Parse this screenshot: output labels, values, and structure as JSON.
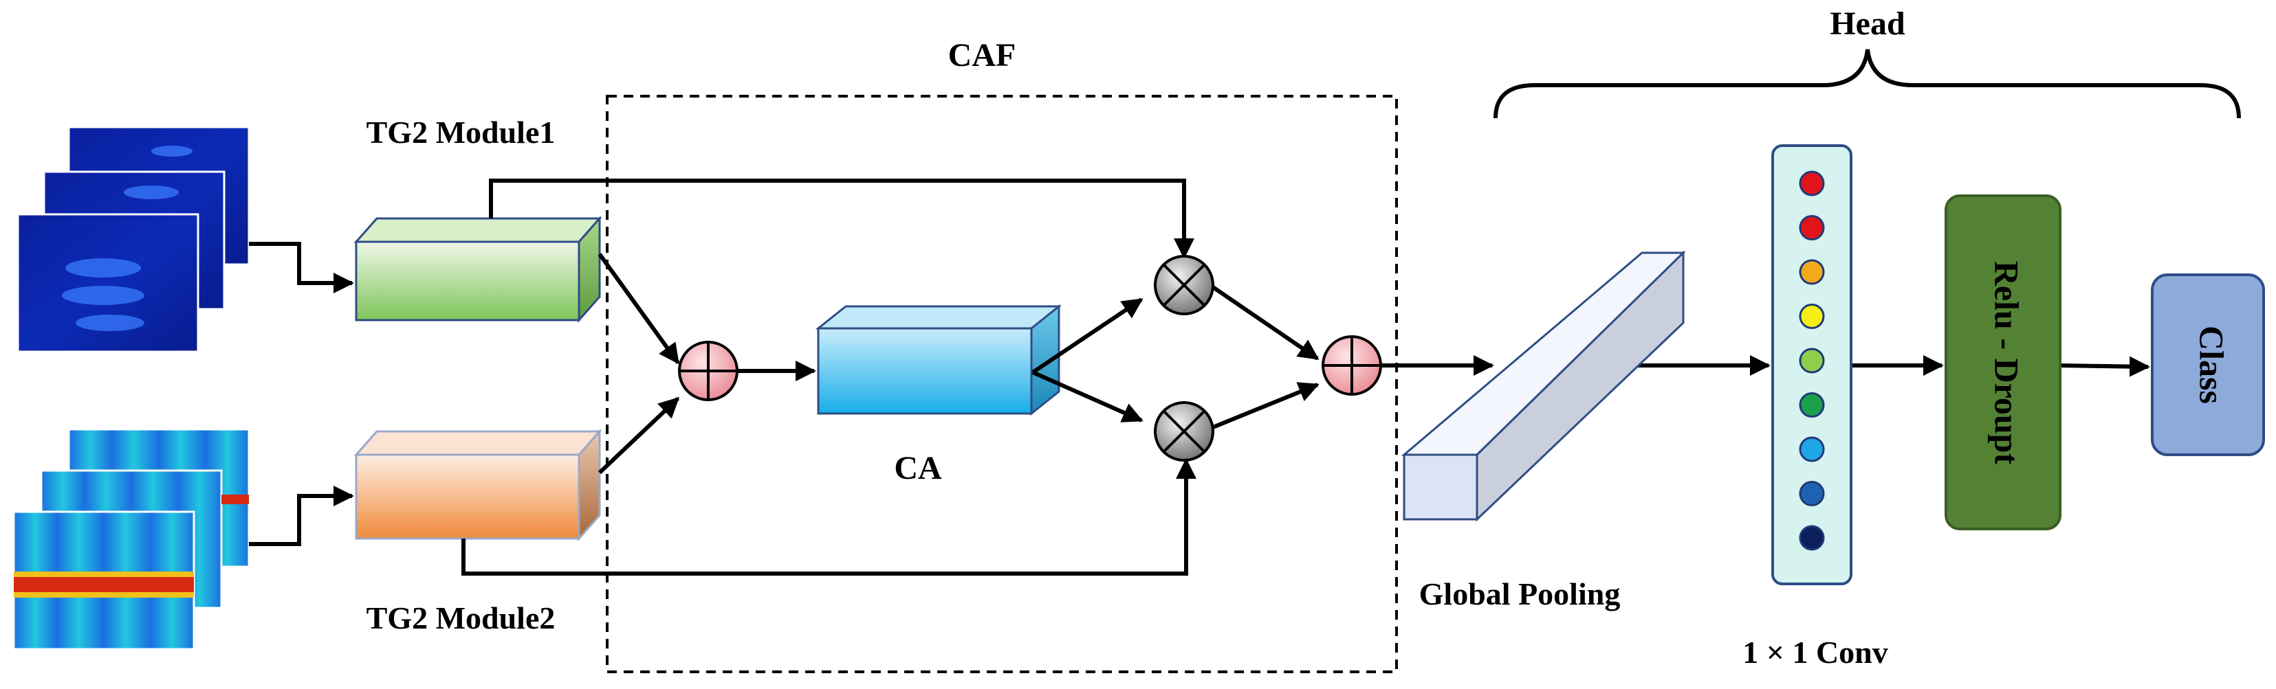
{
  "labels": {
    "caf": "CAF",
    "head": "Head",
    "tg2_module1": "TG2 Module1",
    "tg2_module2": "TG2 Module2",
    "ca": "CA",
    "global_pooling": "Global Pooling",
    "conv": "1 × 1 Conv",
    "relu_dropout": "Relu - Droupt",
    "class": "Class"
  },
  "colors": {
    "module1": "#7fc45a",
    "module2": "#f08a3c",
    "ca": "#2ab6ee",
    "add_node": "#f3a5ab",
    "mul_node": "#8c8c8c",
    "pooling": "#dce6f5",
    "conv_bg": "#d6f3f0",
    "relu": "#548235",
    "class": "#8eaadb"
  },
  "conv_dot_colors": [
    "#e1141c",
    "#e1141c",
    "#f3a91c",
    "#f4ee14",
    "#8fcf4e",
    "#1ba04b",
    "#1ea6e6",
    "#1f62b4",
    "#0d1f5c"
  ]
}
